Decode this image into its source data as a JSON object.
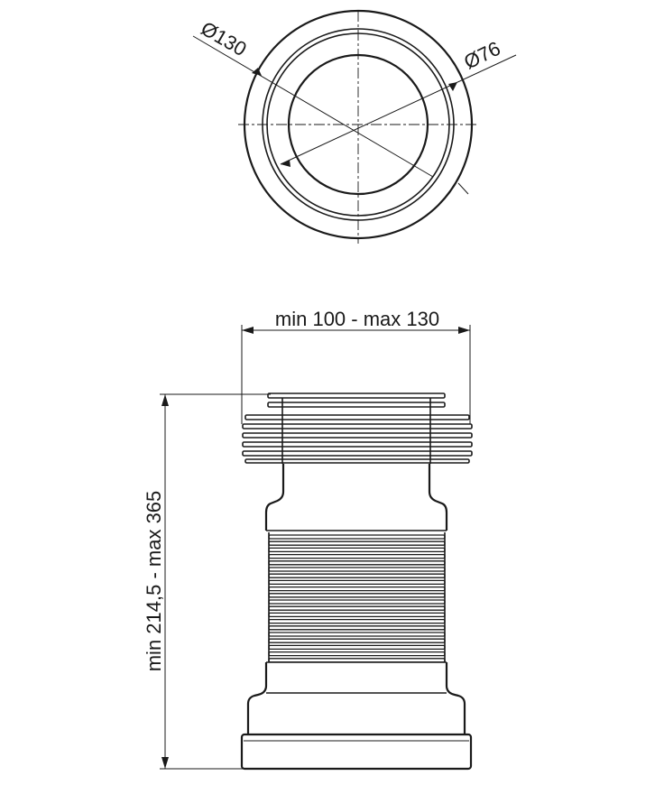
{
  "top_view": {
    "outer_diameter_label": "Ø130",
    "inner_diameter_label": "Ø76"
  },
  "side_view": {
    "width_label": "min 100 - max 130",
    "height_label": "min 214,5 - max 365"
  },
  "colors": {
    "line": "#1a1a1a",
    "background": "#ffffff"
  }
}
